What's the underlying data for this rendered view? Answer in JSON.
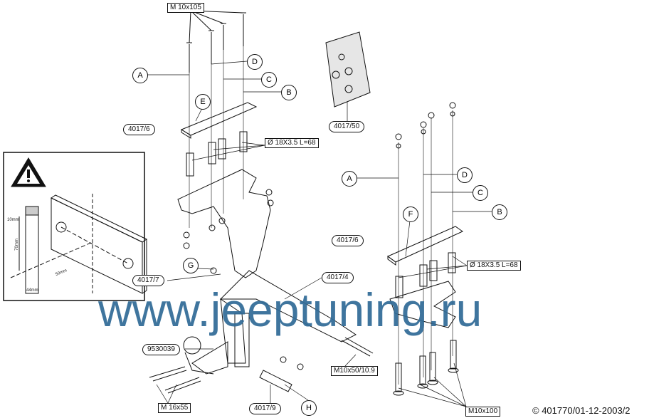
{
  "labels": {
    "bolt_top": "M 10x105",
    "plate_left": "4017/6",
    "spacer_left": "Ø 18X3.5 L=68",
    "kit_photo": "4017/50",
    "plate_right": "4017/6",
    "spacer_right": "Ø 18X3.5 L=68",
    "bracket": "4017/7",
    "crossbar": "4017/4",
    "towball": "9530039",
    "bolt_mid": "M10x50/10.9",
    "bolt_ball": "M 16x55",
    "plate_bottom": "4017/9",
    "bolt_bottom": "M10x100"
  },
  "callouts": {
    "a1": "A",
    "d1": "D",
    "c1": "C",
    "b1": "B",
    "e1": "E",
    "a2": "A",
    "d2": "D",
    "c2": "C",
    "b2": "B",
    "f2": "F",
    "g": "G",
    "h": "H"
  },
  "inset": {
    "dim_10": "10mm",
    "dim_70": "70mm",
    "dim_50": "50mm",
    "dim_44": "44mm"
  },
  "watermark": "www.jeeptuning.ru",
  "copyright": "© 401770/01-12-2003/2",
  "colors": {
    "watermark": "#2f6a96",
    "ink": "#111111"
  }
}
